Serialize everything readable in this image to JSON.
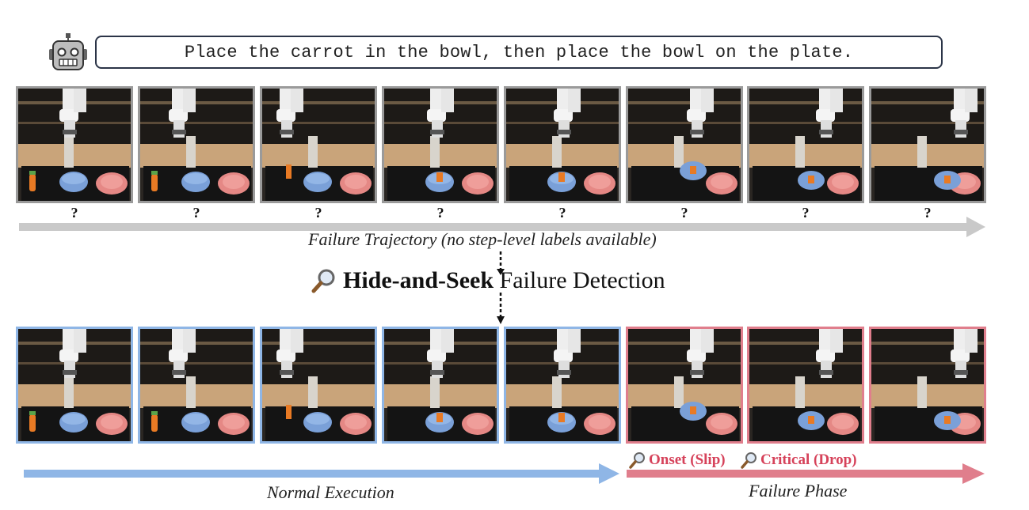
{
  "instruction": "Place the carrot in the bowl, then place the bowl on the plate.",
  "top_row": {
    "step_marks": [
      "?",
      "?",
      "?",
      "?",
      "?",
      "?",
      "?",
      "?"
    ],
    "caption": "Failure Trajectory (no step-level labels available)"
  },
  "detection": {
    "title_bold": "Hide-and-Seek",
    "title_rest": " Failure Detection"
  },
  "bottom_row": {
    "normal_caption": "Normal Execution",
    "failure_caption": "Failure Phase",
    "onset_label": "Onset (Slip)",
    "critical_label": "Critical (Drop)"
  },
  "colors": {
    "normal": "#8fb6e6",
    "failure": "#e07e8c",
    "unlabeled": "#c9c9c9",
    "failure_text": "#d6425a"
  }
}
